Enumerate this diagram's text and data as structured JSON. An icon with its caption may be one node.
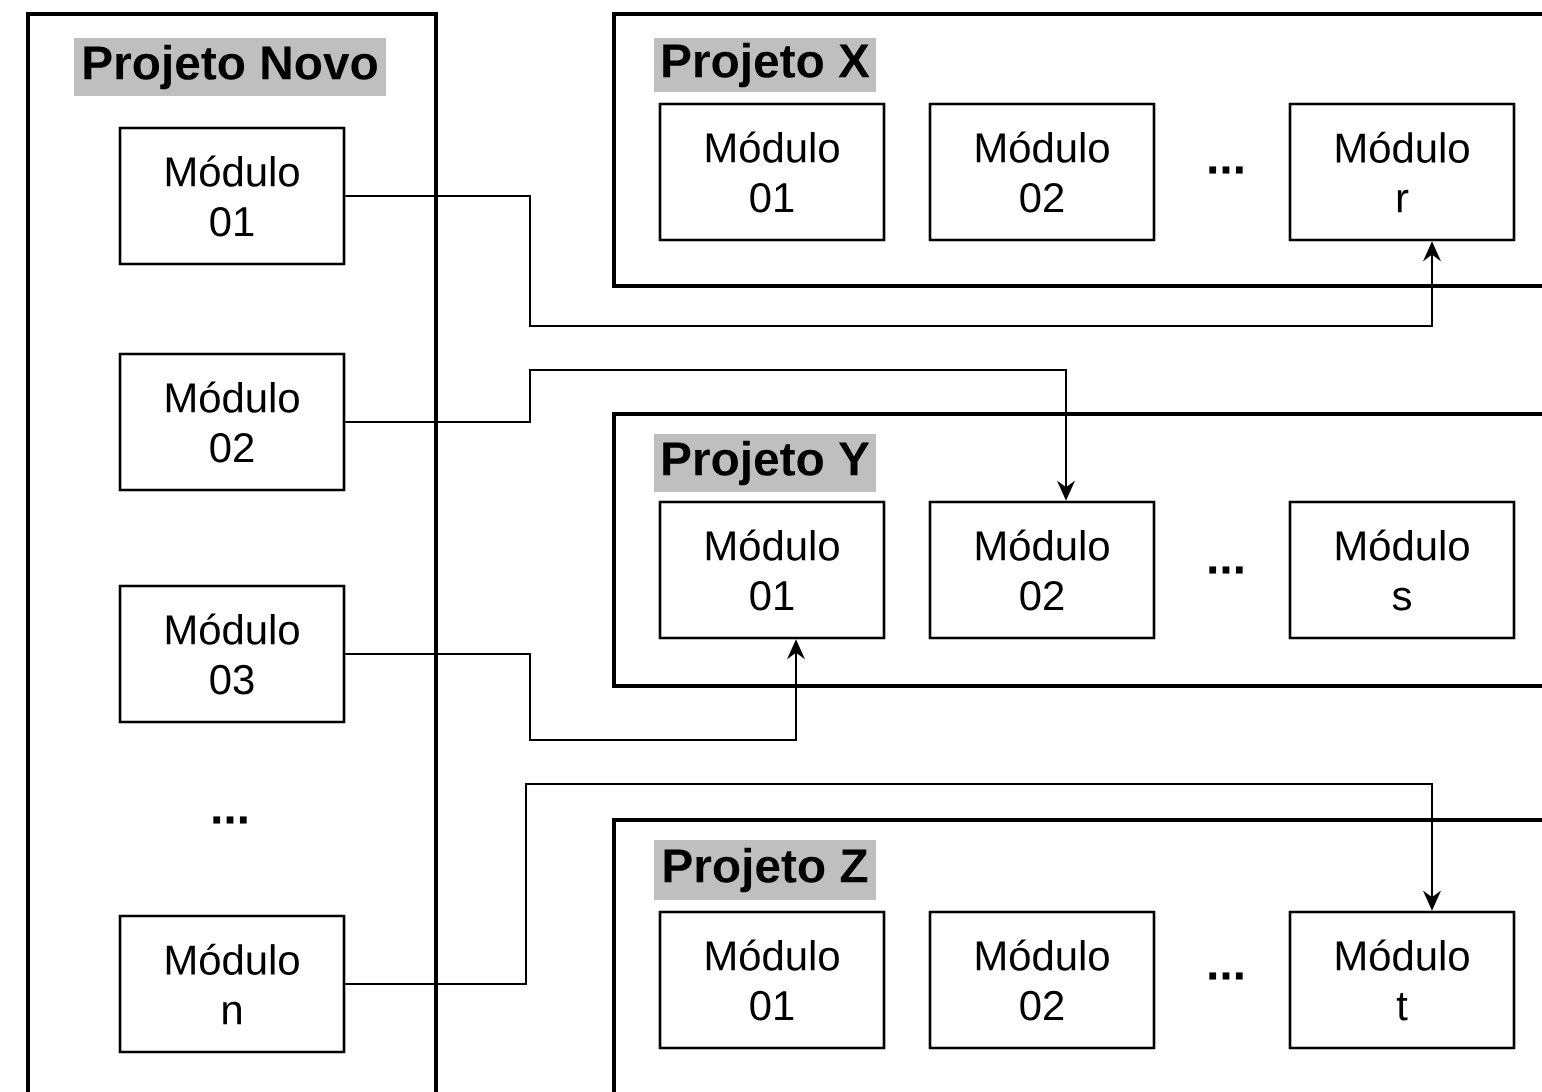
{
  "diagram": {
    "nodes": [
      {
        "text": [
          "Projeto Novo"
        ]
      },
      {
        "text": [
          "Módulo 01"
        ],
        "in": 0
      },
      {
        "text": [
          "Módulo 02"
        ],
        "in": 0
      },
      {
        "text": [
          "Módulo 03"
        ],
        "in": 0
      },
      {
        "text": [
          "Módulo n"
        ],
        "in": 0
      },
      {
        "text": [
          "Projeto X"
        ]
      },
      {
        "text": [
          "Módulo 01"
        ],
        "in": 5
      },
      {
        "text": [
          "Módulo 02"
        ],
        "in": 5
      },
      {
        "text": [
          "Módulo r"
        ],
        "in": 5
      },
      {
        "text": [
          "Projeto Y"
        ]
      },
      {
        "text": [
          "Módulo 01"
        ],
        "in": 9
      },
      {
        "text": [
          "Módulo 02"
        ],
        "in": 9
      },
      {
        "text": [
          "Módulo s"
        ],
        "in": 9
      },
      {
        "text": [
          "Projeto Z"
        ]
      },
      {
        "text": [
          "Módulo 01"
        ],
        "in": 13
      },
      {
        "text": [
          "Módulo 02"
        ],
        "in": 13
      },
      {
        "text": [
          "Módulo t"
        ],
        "in": 13
      }
    ],
    "edges": [
      {
        "from": 1,
        "to": 8,
        "arrow": "to"
      },
      {
        "from": 2,
        "to": 11,
        "arrow": "to"
      },
      {
        "from": 3,
        "to": 10,
        "arrow": "to"
      },
      {
        "from": 4,
        "to": 16,
        "arrow": "to"
      }
    ],
    "labels": [
      "...",
      "...",
      "...",
      "..."
    ]
  }
}
